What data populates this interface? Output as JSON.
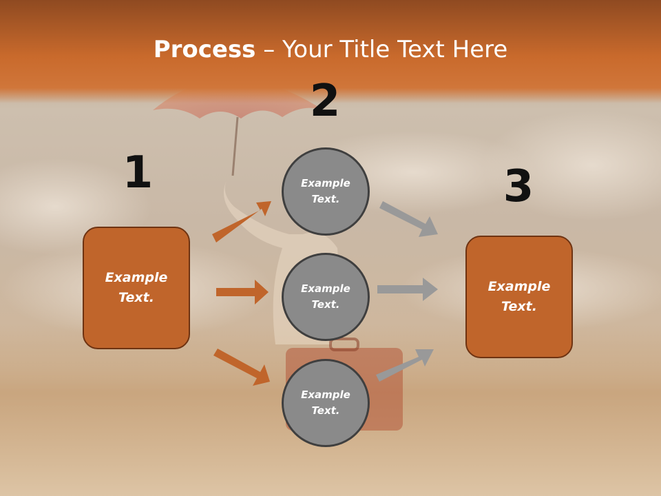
{
  "title": {
    "bold": "Process",
    "rest": " – Your Title Text Here"
  },
  "steps": [
    "1",
    "2",
    "3"
  ],
  "left_box": {
    "line1": "Example",
    "line2": "Text."
  },
  "right_box": {
    "line1": "Example",
    "line2": "Text."
  },
  "circles": [
    {
      "line1": "Example",
      "line2": "Text."
    },
    {
      "line1": "Example",
      "line2": "Text."
    },
    {
      "line1": "Example",
      "line2": "Text."
    }
  ],
  "colors": {
    "accent": "#c0652b",
    "circle": "#8a8a8a",
    "arrow_orange": "#c0652b",
    "arrow_gray": "#999999",
    "title_bar": "#c86a2c"
  },
  "icons": [
    "umbrella-girl-photo-background"
  ]
}
